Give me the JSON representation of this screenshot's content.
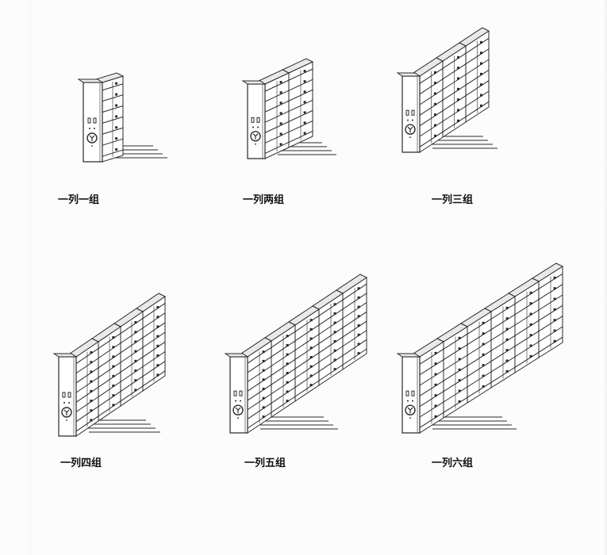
{
  "colors": {
    "line": "#2a2a2a",
    "fill": "#ffffff",
    "shade": "#e9e9e9",
    "caption": "#111111"
  },
  "items": [
    {
      "label": "一列一组",
      "groups": 1
    },
    {
      "label": "一列两组",
      "groups": 2
    },
    {
      "label": "一列三组",
      "groups": 3
    },
    {
      "label": "一列四组",
      "groups": 4
    },
    {
      "label": "一列五组",
      "groups": 5
    },
    {
      "label": "一列六组",
      "groups": 6
    }
  ]
}
